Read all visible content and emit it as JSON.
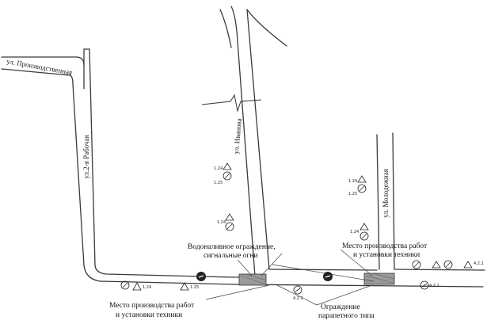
{
  "streets": {
    "proizvodstvennaya": "ул. Производственная",
    "second_rabochaya": "ул.2-я Рабочая",
    "ivanova": "ул. Иванова",
    "molodezhnaya": "ул. Молодежная"
  },
  "annotations": {
    "water_barrier_line1": "Водоналивное ограждение,",
    "water_barrier_line2": "сигнальные огни",
    "worksite_right_line1": "Место производства работ",
    "worksite_right_line2": "и установки техники",
    "worksite_left_line1": "Место производства работ",
    "worksite_left_line2": "и установки техники",
    "parapet_line1": "Ограждение",
    "parapet_line2": "парапетного типа"
  },
  "sign_codes": {
    "ivanova_upper_a": "1.24",
    "ivanova_upper_b": "1.25",
    "ivanova_lower": "1.24",
    "molodezhnaya_upper_a": "1.24",
    "molodezhnaya_upper_b": "1.25",
    "molodezhnaya_lower": "1.24",
    "bottom_left_a": "1.24",
    "bottom_left_b": "1.25",
    "bottom_mid": "4.2.2",
    "bottom_right_a": "4.2.1",
    "bottom_right_b": "4.2.1"
  },
  "colors": {
    "ink": "#2a2a2a",
    "worksite_fill": "#9a9a9a",
    "paper": "#ffffff"
  }
}
